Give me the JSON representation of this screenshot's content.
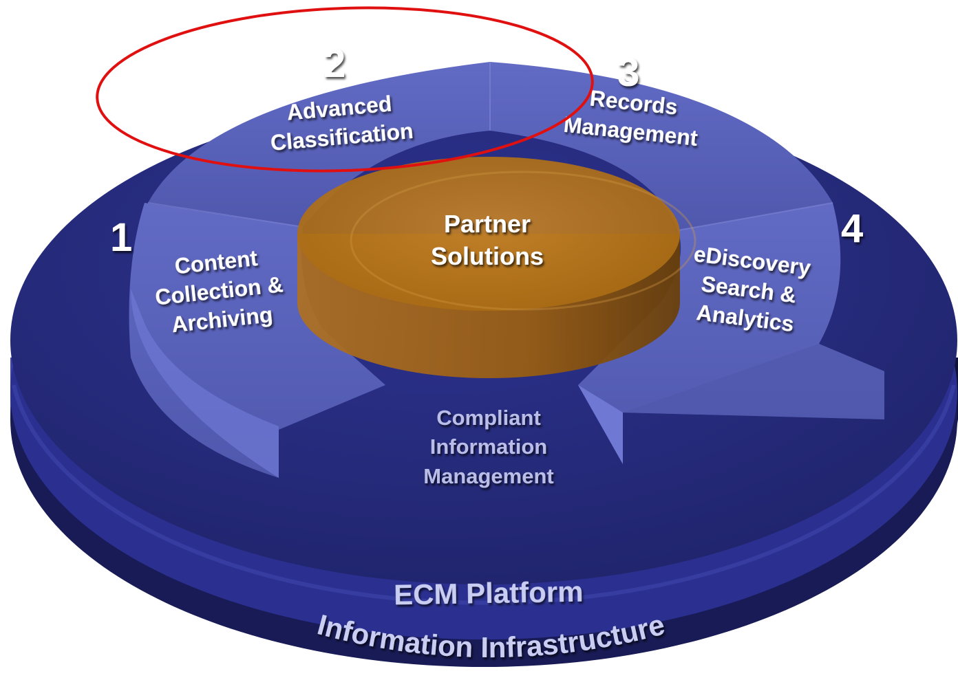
{
  "segments": [
    {
      "number": "1",
      "lines": [
        "Content",
        "Collection &",
        "Archiving"
      ]
    },
    {
      "number": "2",
      "lines": [
        "Advanced",
        "Classification"
      ]
    },
    {
      "number": "3",
      "lines": [
        "Records",
        "Management"
      ]
    },
    {
      "number": "4",
      "lines": [
        "eDiscovery",
        "Search &",
        "Analytics"
      ]
    }
  ],
  "center": {
    "lines": [
      "Partner",
      "Solutions"
    ]
  },
  "cycle_label": {
    "lines": [
      "Compliant",
      "Information",
      "Management"
    ]
  },
  "platform_label": "ECM Platform",
  "infrastructure_label": "Information Infrastructure",
  "colors": {
    "disc_dark": "#23276e",
    "disc_top": "#2a2f86",
    "ring_segment": "#5a63b8",
    "center_disc": "#b8761c",
    "highlight_circle": "#e01010"
  }
}
